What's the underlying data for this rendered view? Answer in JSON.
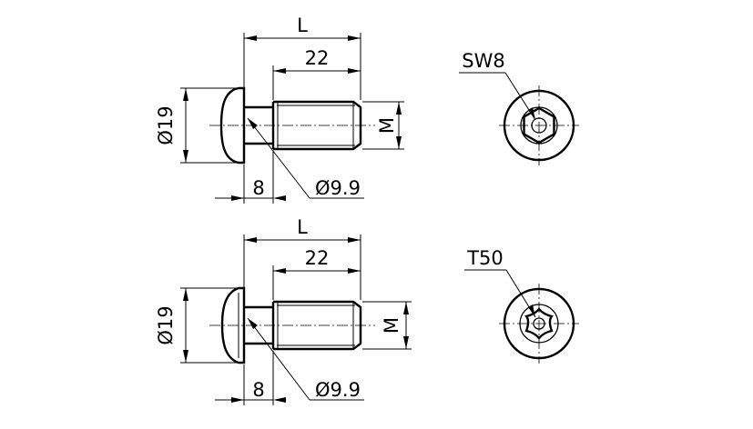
{
  "views": [
    {
      "id": "hex-socket-bolt",
      "dims": {
        "length": "L",
        "thread_length": "22",
        "head_diameter": "Ø19",
        "thread": "M",
        "shank_length": "8",
        "shank_diameter": "Ø9.9"
      },
      "drive_label": "SW8"
    },
    {
      "id": "torx-bolt",
      "dims": {
        "length": "L",
        "thread_length": "22",
        "head_diameter": "Ø19",
        "thread": "M",
        "shank_length": "8",
        "shank_diameter": "Ø9.9"
      },
      "drive_label": "T50"
    }
  ]
}
